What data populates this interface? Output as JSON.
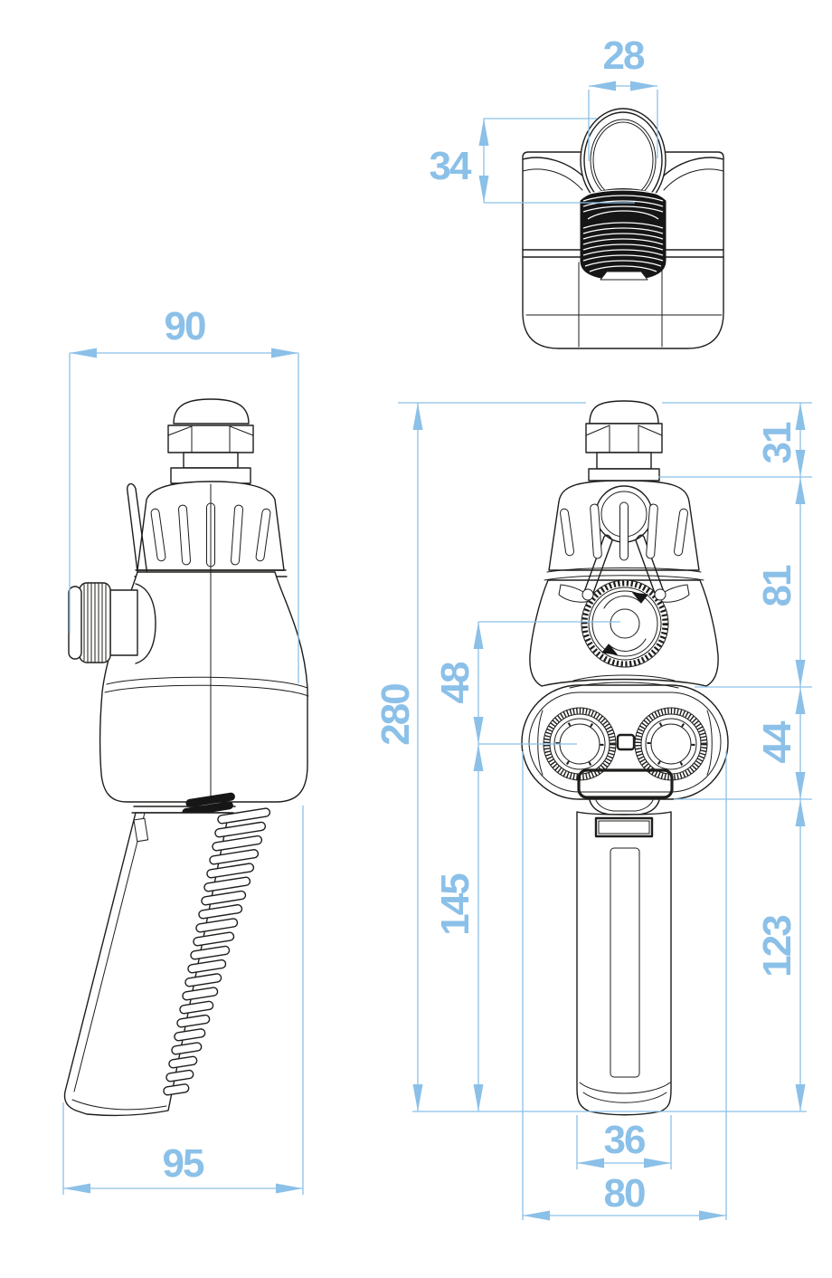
{
  "dimensions": {
    "top_view": {
      "ring_width_mm": "28",
      "ring_depth_mm": "34"
    },
    "side_view": {
      "head_width_mm": "90",
      "base_depth_mm": "95"
    },
    "front_view": {
      "overall_height_mm": "280",
      "cable_gland_mm": "31",
      "head_mm": "81",
      "estop_to_buttons_mm": "48",
      "button_housing_mm": "44",
      "buttons_to_base_mm": "145",
      "handle_mm": "123",
      "handle_width_mm": "36",
      "housing_width_mm": "80"
    }
  },
  "colors": {
    "dimension_blue": "#8bc0e8",
    "drawing_line": "#1d1d1b",
    "background": "#ffffff"
  }
}
